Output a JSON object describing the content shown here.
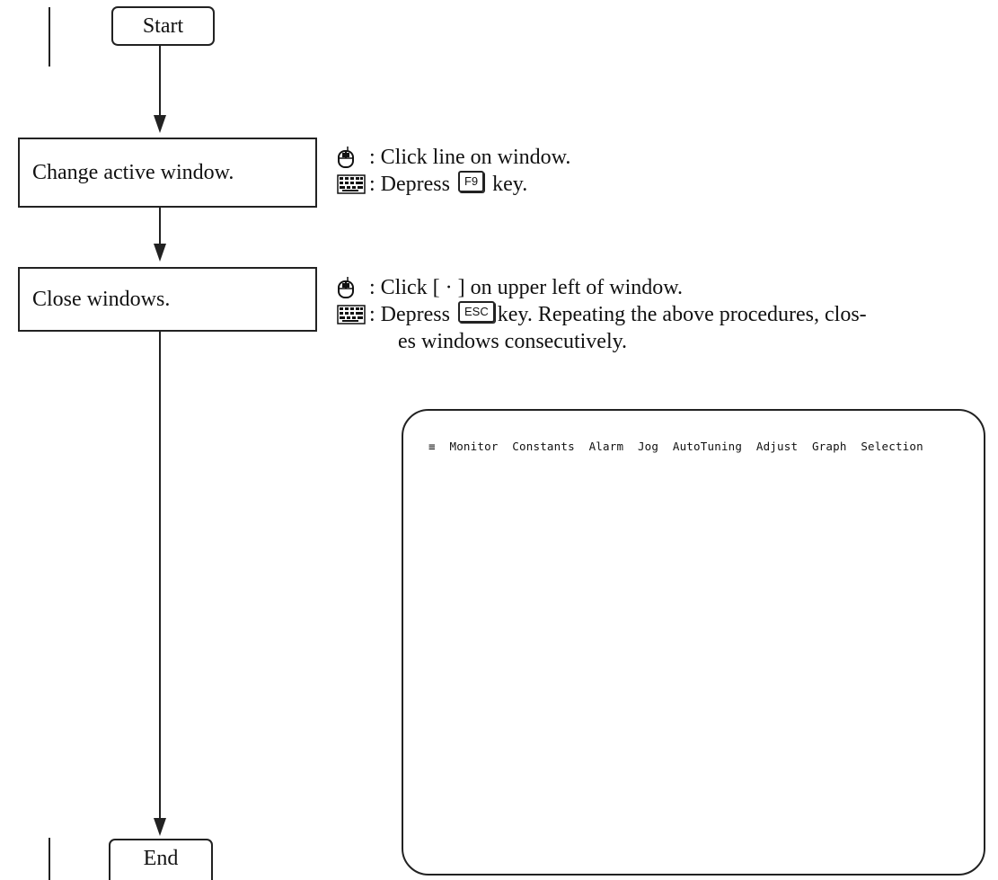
{
  "flowchart": {
    "start_label": "Start",
    "step1_label": "Change active window.",
    "step2_label": "Close windows.",
    "end_label": "End"
  },
  "instructions": {
    "step1_mouse": "Click line on window.",
    "step1_key_prefix": "Depress",
    "step1_key": "F9",
    "step1_key_suffix": "key.",
    "step2_mouse": "Click [ · ] on upper left of window.",
    "step2_key_prefix": "Depress",
    "step2_key": "ESC",
    "step2_key_suffix": "key.  Repeating the above procedures, clos-",
    "step2_continuation": "es windows consecutively."
  },
  "screen": {
    "menu_icon": "≡",
    "menu_items": [
      "Monitor",
      "Constants",
      "Alarm",
      "Jog",
      "AutoTuning",
      "Adjust",
      "Graph",
      "Selection"
    ]
  },
  "icons": {
    "mouse": "mouse-icon",
    "keyboard": "keyboard-icon"
  }
}
